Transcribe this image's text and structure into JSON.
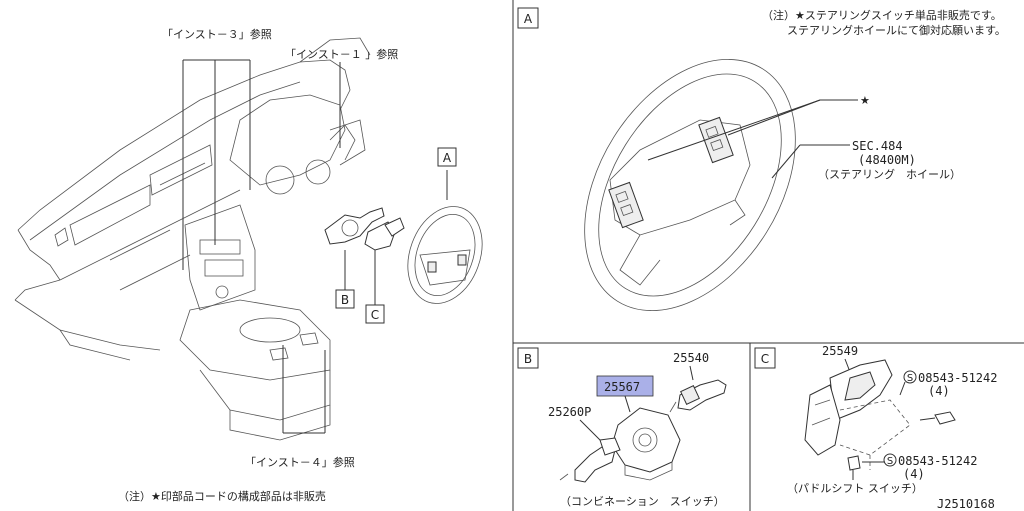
{
  "left_panel": {
    "ref_inst3": "「インスト－３」参照",
    "ref_inst1": "「インスト－１ 」参照",
    "ref_inst4": "「インスト－４」参照",
    "callout_a": "A",
    "callout_b": "B",
    "callout_c": "C",
    "footnote": "（注）★印部品コードの構成部品は非販売"
  },
  "panel_a": {
    "label": "A",
    "note_line1": "（注）★ステアリングスイッチ単品非販売です。",
    "note_line2": "ステアリングホイールにて御対応願います。",
    "star": "★",
    "sec_ref": "SEC.484",
    "sec_part": "(48400M)",
    "sec_name": "（ステアリング　ホイール）"
  },
  "panel_b": {
    "label": "B",
    "part_25540": "25540",
    "part_25567": "25567",
    "part_25260p": "25260P",
    "caption": "（コンビネーション　スイッチ）"
  },
  "panel_c": {
    "label": "C",
    "part_25549": "25549",
    "screw_1": "08543-51242",
    "screw_1_qty": "(4)",
    "screw_2": "08543-51242",
    "screw_2_qty": "(4)",
    "screw_symbol": "S",
    "caption": "（パドルシフト スイッチ）"
  },
  "diagram_id": "J2510168",
  "colors": {
    "highlight": "#aab0e8",
    "line": "#333333"
  }
}
